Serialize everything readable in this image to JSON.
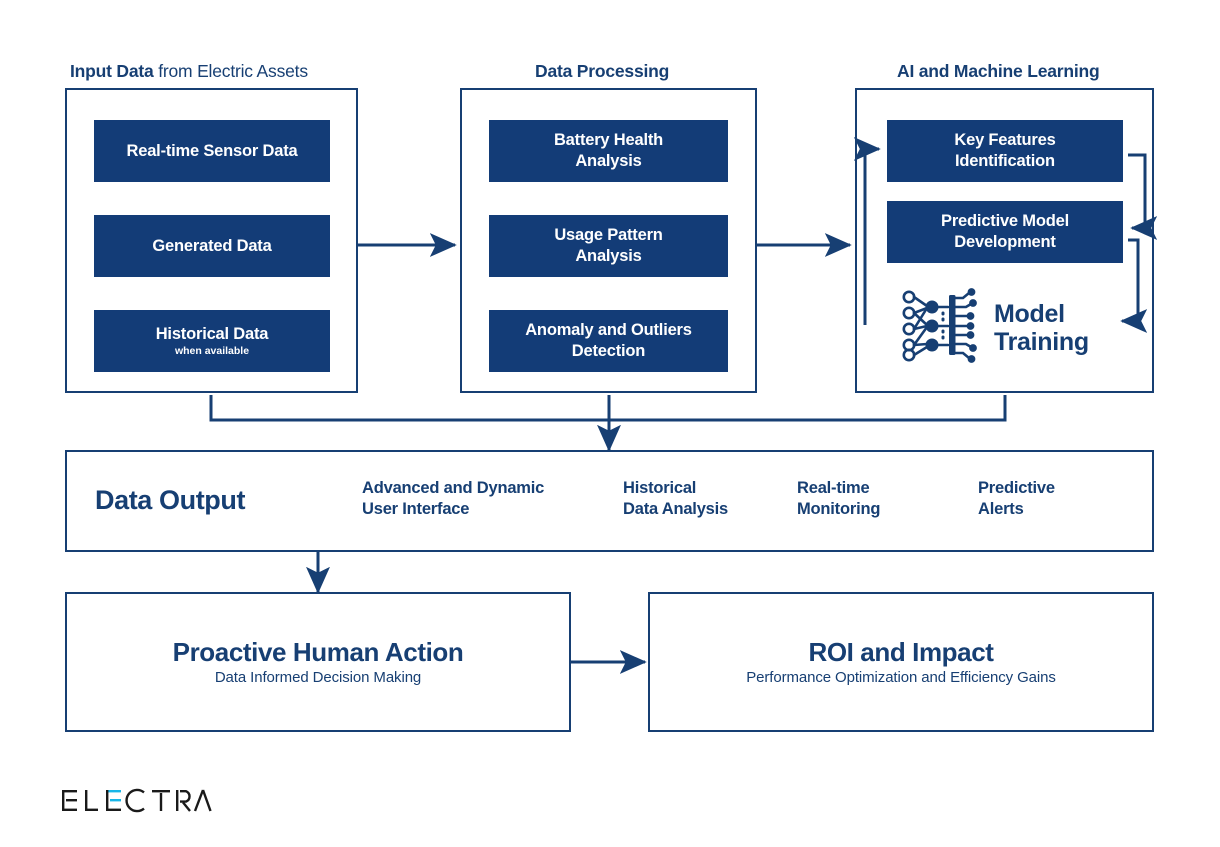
{
  "columns": [
    {
      "id": "input-data",
      "title_bold": "Input Data",
      "title_light": " from Electric Assets",
      "boxes": [
        {
          "label": "Real-time Sensor Data",
          "sub": ""
        },
        {
          "label": "Generated Data",
          "sub": ""
        },
        {
          "label": "Historical Data",
          "sub": "when available"
        }
      ]
    },
    {
      "id": "data-processing",
      "title_bold": "Data Processing",
      "title_light": "",
      "boxes": [
        {
          "label": "Battery Health\nAnalysis",
          "sub": ""
        },
        {
          "label": "Usage Pattern\nAnalysis",
          "sub": ""
        },
        {
          "label": "Anomaly and Outliers\nDetection",
          "sub": ""
        }
      ]
    },
    {
      "id": "ai-machine-learning",
      "title_bold": "AI and Machine Learning",
      "title_light": "",
      "boxes": [
        {
          "label": "Key Features\nIdentification",
          "sub": ""
        },
        {
          "label": "Predictive Model\nDevelopment",
          "sub": ""
        }
      ],
      "model_training_label": "Model\nTraining",
      "model_training_icon": "neural-network-icon"
    }
  ],
  "output": {
    "title": "Data Output",
    "items": [
      "Advanced and Dynamic\nUser Interface",
      "Historical\nData Analysis",
      "Real-time\nMonitoring",
      "Predictive\nAlerts"
    ]
  },
  "bottom": [
    {
      "id": "proactive-human-action",
      "title": "Proactive Human Action",
      "subtitle": "Data Informed Decision Making"
    },
    {
      "id": "roi-and-impact",
      "title": "ROI and Impact",
      "subtitle": "Performance Optimization and Efficiency Gains"
    }
  ],
  "logo": {
    "text": "ELECTRA",
    "dark_color": "#1a1a1a",
    "accent_color": "#19b6e8"
  },
  "colors": {
    "navy_fill": "#133c77",
    "navy_line": "#173f73",
    "text_blue": "#173f73",
    "background": "#ffffff"
  }
}
